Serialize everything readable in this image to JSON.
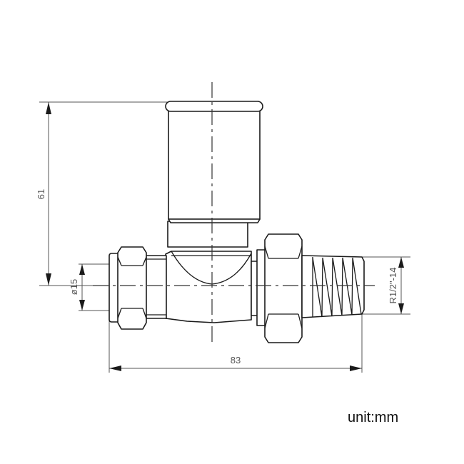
{
  "drawing": {
    "subject": "straight radiator valve",
    "dimensions": {
      "height": "61",
      "inlet_diameter": "ø15",
      "thread": "R1/2\"-14",
      "length": "83"
    },
    "unit_label": "unit:mm"
  }
}
